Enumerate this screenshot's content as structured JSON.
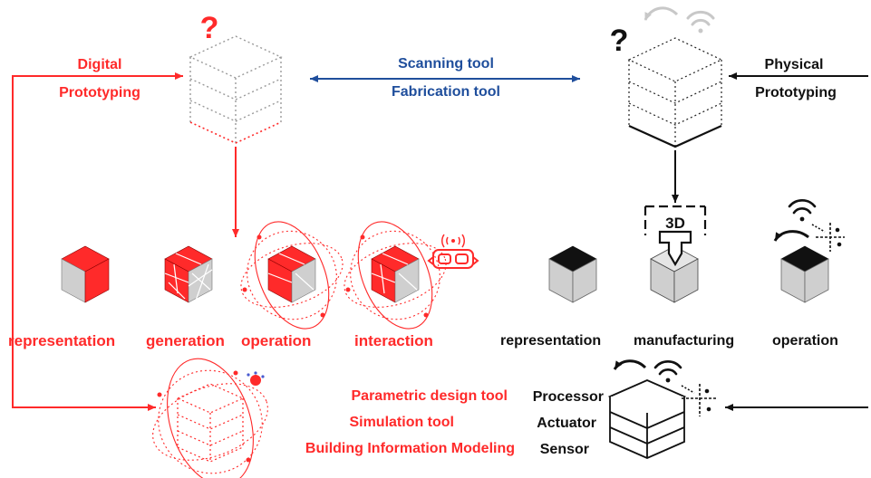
{
  "colors": {
    "digital": "#ff2a2a",
    "tools": "#1f4e9c",
    "physical": "#111111",
    "face_gray": "#c9c9c9"
  },
  "question_mark": "?",
  "digital": {
    "title_line1": "Digital",
    "title_line2": "Prototyping",
    "stages": [
      "representation",
      "generation",
      "operation",
      "interaction"
    ],
    "tools": [
      "Parametric design tool",
      "Simulation tool",
      "Building Information Modeling"
    ]
  },
  "bridge": {
    "line1": "Scanning tool",
    "line2": "Fabrication tool"
  },
  "physical": {
    "title_line1": "Physical",
    "title_line2": "Prototyping",
    "printer_label": "3D",
    "stages": [
      "representation",
      "manufacturing",
      "operation"
    ],
    "components": [
      "Processor",
      "Actuator",
      "Sensor"
    ]
  },
  "icons": [
    "vr-headset-icon",
    "wifi-icon",
    "rotate-arrow-icon",
    "target-crosshair-icon",
    "3d-printer-icon",
    "question-mark-icon"
  ]
}
